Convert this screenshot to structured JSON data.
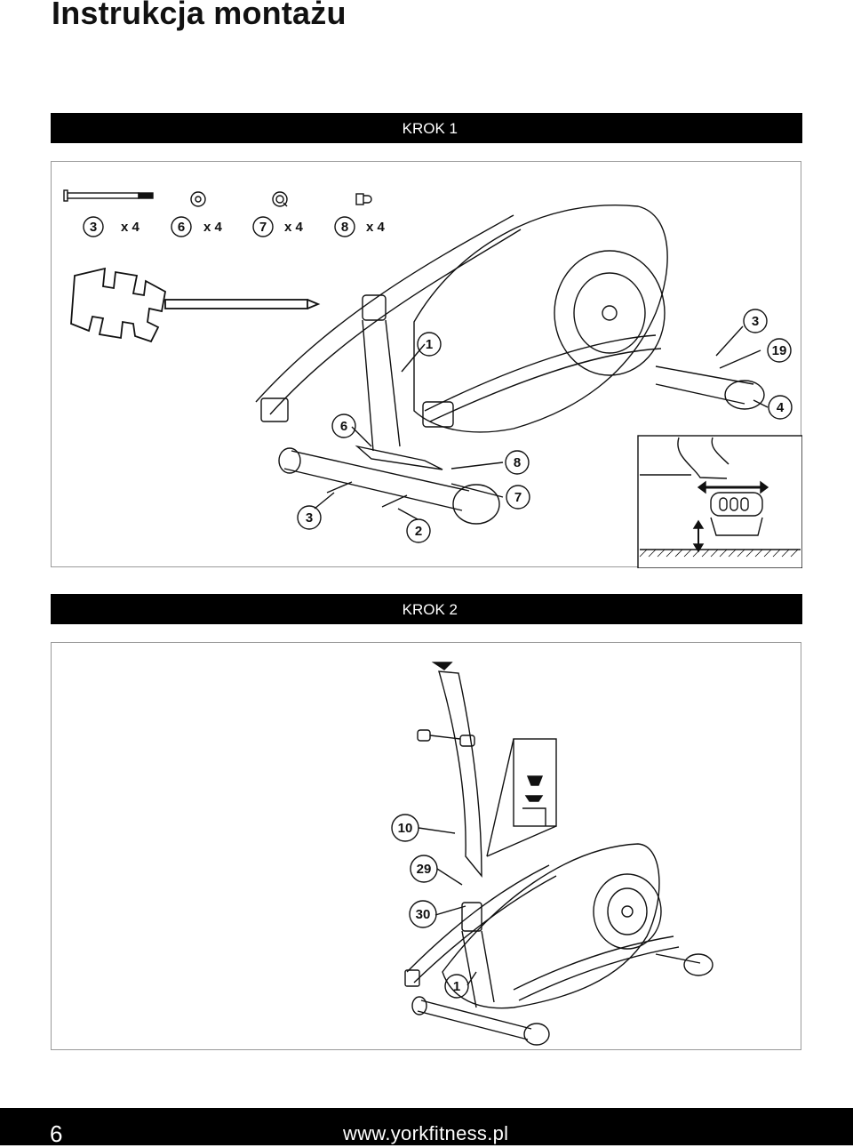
{
  "title": "Instrukcja montażu",
  "steps": [
    {
      "label": "KROK 1",
      "hardware": [
        {
          "part": "3",
          "qty": "x 4"
        },
        {
          "part": "6",
          "qty": "x 4"
        },
        {
          "part": "7",
          "qty": "x 4"
        },
        {
          "part": "8",
          "qty": "x 4"
        }
      ],
      "callouts": [
        "1",
        "6",
        "8",
        "7",
        "3",
        "2",
        "3",
        "19",
        "4"
      ]
    },
    {
      "label": "KROK 2",
      "callouts": [
        "10",
        "29",
        "30",
        "1"
      ]
    }
  ],
  "footer": {
    "page_number": "6",
    "website": "www.yorkfitness.pl"
  }
}
